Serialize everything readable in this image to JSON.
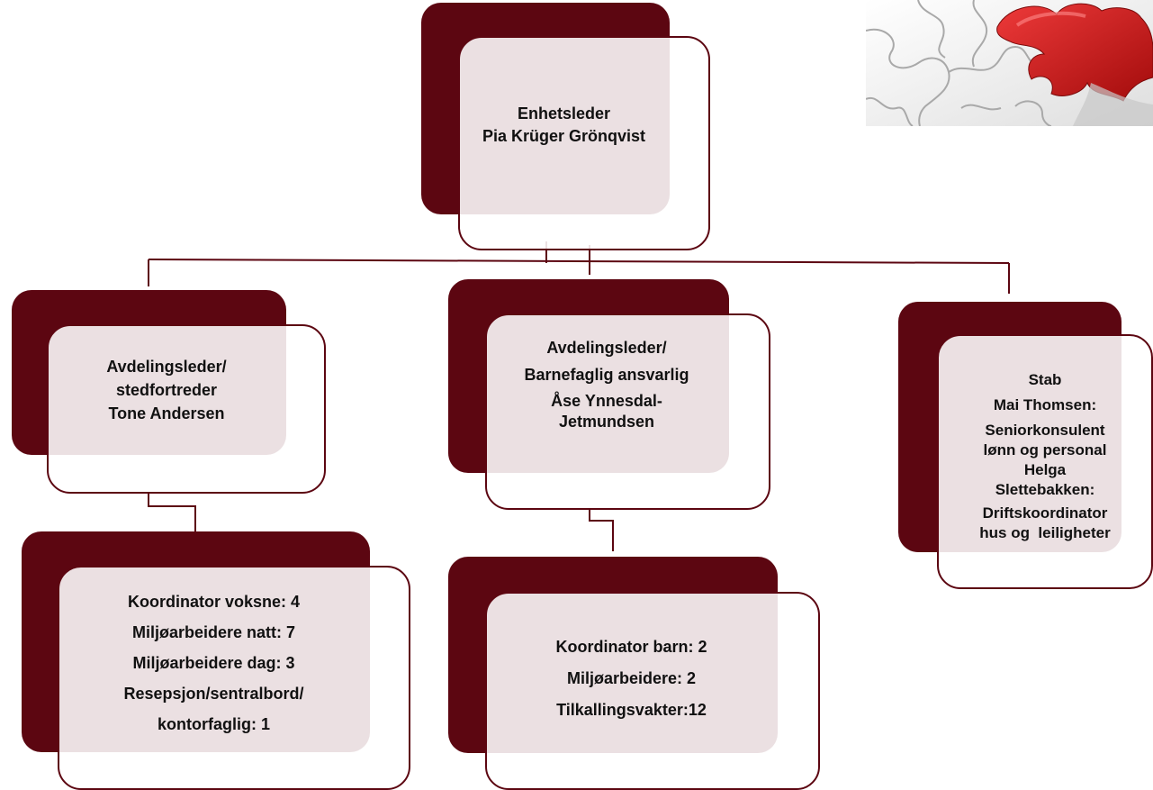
{
  "colors": {
    "accent": "#5c0611",
    "text": "#111111",
    "puzzle_red": "#d01818"
  },
  "decoration": {
    "icon": "puzzle-pieces-icon"
  },
  "nodes": {
    "leader": {
      "lines": [
        "Enhetsleder",
        "Pia Krüger Grönqvist"
      ]
    },
    "dept_left": {
      "lines": [
        "Avdelingsleder/",
        "stedfortreder",
        "Tone Andersen"
      ]
    },
    "dept_mid": {
      "lines": [
        "Avdelingsleder/",
        "Barnefaglig ansvarlig",
        "Åse Ynnesdal-",
        "Jetmundsen"
      ]
    },
    "staff": {
      "lines": [
        "Stab",
        "Mai Thomsen:",
        "Seniorkonsulent",
        "lønn og personal",
        "Helga",
        "Slettebakken:",
        "Driftskoordinator",
        "hus og  leiligheter"
      ]
    },
    "team_left": {
      "lines": [
        "Koordinator voksne: 4",
        "Miljøarbeidere natt: 7",
        "Miljøarbeidere dag: 3",
        "Resepsjon/sentralbord/",
        "kontorfaglig: 1"
      ]
    },
    "team_mid": {
      "lines": [
        "Koordinator barn: 2",
        "Miljøarbeidere: 2",
        "Tilkallingsvakter:12"
      ]
    }
  }
}
